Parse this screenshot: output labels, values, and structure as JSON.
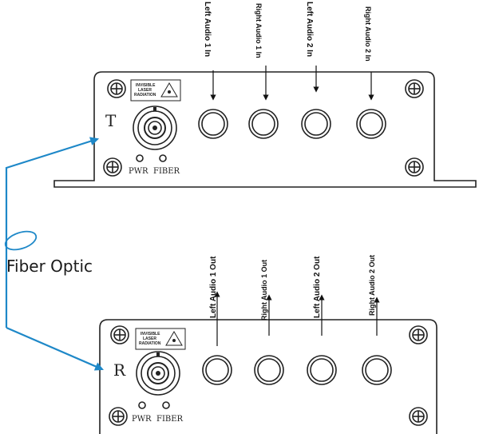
{
  "transmitter": {
    "unit_letter": "T",
    "warning_line1": "INVISIBLE",
    "warning_line2": "LASER",
    "warning_line3": "RADIATION",
    "indicator_pwr": "PWR",
    "indicator_fiber": "FIBER",
    "ports": [
      {
        "label": "Left Audio 1 In"
      },
      {
        "label": "Right Audio 1 In"
      },
      {
        "label": "Left Audio 2 In"
      },
      {
        "label": "Right Audio 2 In"
      }
    ]
  },
  "receiver": {
    "unit_letter": "R",
    "warning_line1": "INVISIBLE",
    "warning_line2": "LASER",
    "warning_line3": "RADIATION",
    "indicator_pwr": "PWR",
    "indicator_fiber": "FIBER",
    "ports": [
      {
        "label": "Left Audio 1 Out"
      },
      {
        "label": "Right Audio 1 Out"
      },
      {
        "label": "Left Audio 2 Out"
      },
      {
        "label": "Right Audio 2 Out"
      }
    ]
  },
  "fiber": {
    "label": "Fiber Optic",
    "color": "#1e88c8"
  }
}
